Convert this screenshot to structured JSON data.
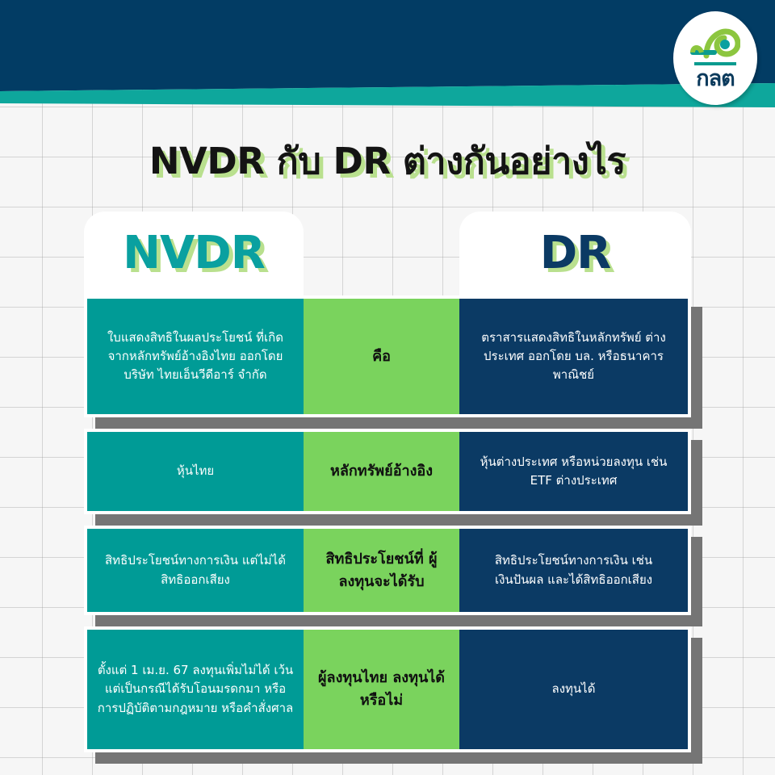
{
  "brand": {
    "logo_text": "กลต",
    "logo_icon": "sec-thailand-logo-icon",
    "navy": "#0b3a64",
    "teal": "#009b96",
    "green": "#7ad35d",
    "title_shadow_green": "#b9e08e",
    "shadow_gray": "#757575"
  },
  "title": "NVDR กับ DR ต่างกันอย่างไร",
  "headers": {
    "left": "NVDR",
    "right": "DR"
  },
  "rows": [
    {
      "topic": "คือ",
      "nvdr": "ใบแสดงสิทธิในผลประโยชน์ ที่เกิดจากหลักทรัพย์อ้างอิงไทย ออกโดย บริษัท ไทยเอ็นวีดีอาร์ จำกัด",
      "dr": "ตราสารแสดงสิทธิในหลักทรัพย์ ต่างประเทศ ออกโดย บล. หรือธนาคารพาณิชย์"
    },
    {
      "topic": "หลักทรัพย์อ้างอิง",
      "nvdr": "หุ้นไทย",
      "dr": "หุ้นต่างประเทศ หรือหน่วยลงทุน เช่น ETF ต่างประเทศ"
    },
    {
      "topic": "สิทธิประโยชน์ที่ ผู้ลงทุนจะได้รับ",
      "nvdr": "สิทธิประโยชน์ทางการเงิน แต่ไม่ได้สิทธิออกเสียง",
      "dr": "สิทธิประโยชน์ทางการเงิน เช่น เงินปันผล และได้สิทธิออกเสียง"
    },
    {
      "topic": "ผู้ลงทุนไทย ลงทุนได้หรือไม่",
      "nvdr": "ตั้งแต่ 1 เม.ย. 67 ลงทุนเพิ่มไม่ได้ เว้นแต่เป็นกรณีได้รับโอนมรดกมา หรือการปฏิบัติตามกฎหมาย หรือคำสั่งศาล",
      "dr": "ลงทุนได้"
    }
  ]
}
